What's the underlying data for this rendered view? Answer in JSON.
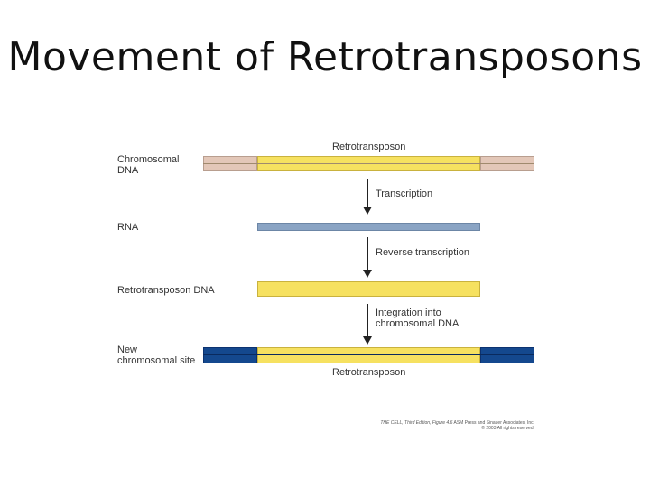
{
  "slide": {
    "title": "Movement of Retrotransposons"
  },
  "diagram": {
    "labels": {
      "chromosomal_dna": "Chromosomal\nDNA",
      "rna": "RNA",
      "retrotransposon_dna": "Retrotransposon DNA",
      "new_site": "New\nchromosomal site"
    },
    "steps": {
      "transcription": "Transcription",
      "reverse_transcription": "Reverse transcription",
      "integration": "Integration into\nchromosomal DNA"
    },
    "element_label_top": "Retrotransposon",
    "element_label_bottom": "Retrotransposon",
    "colors": {
      "host_dna": "#e3c7b8",
      "retrotransposon": "#f6e160",
      "rna": "#8aa4c4",
      "new_site_dna": "#14488e"
    },
    "credit": {
      "line1_italic": "THE CELL, Third Edition, Figure 4.6",
      "line1_rest": " ASM Press and Sinauer Associates, Inc.",
      "line2": "© 2003 All rights reserved."
    }
  }
}
